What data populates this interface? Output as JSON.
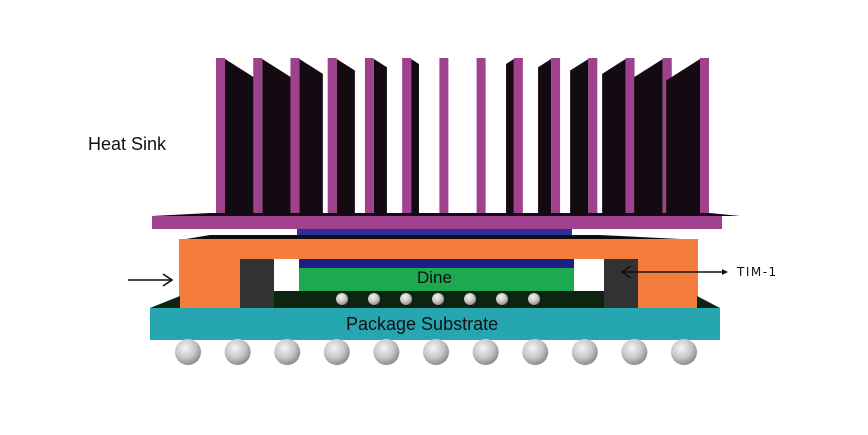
{
  "labels": {
    "heat_sink": "Heat Sink",
    "die": "Dine",
    "substrate": "Package Substrate",
    "tim": "TIM-1"
  },
  "colors": {
    "heat_sink": "#a0418f",
    "fin_shadow": "#140b12",
    "tim2": "#2a2f9a",
    "lid": "#f47c3c",
    "tim1": "#1c1f8a",
    "die": "#1ea850",
    "underfill": "#0d2410",
    "substrate": "#26a6b0",
    "ball": "#c8c8c8",
    "cavity_dark": "#333333"
  },
  "counts": {
    "fins": 14,
    "die_bumps": 7,
    "bga_balls": 11
  }
}
